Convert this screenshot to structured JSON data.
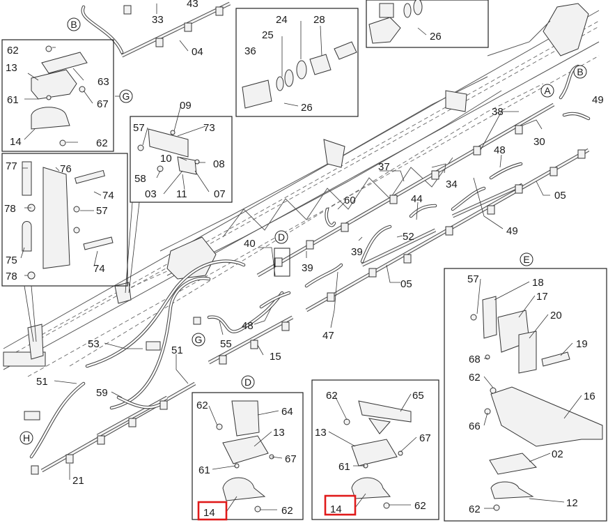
{
  "labels": {
    "n33": "33",
    "n43": "43",
    "n04": "04",
    "n62a": "62",
    "n13a": "13",
    "n63": "63",
    "n61a": "61",
    "n67a": "67",
    "n14a": "14",
    "n62b": "62",
    "n24": "24",
    "n25": "25",
    "n28": "28",
    "n36": "36",
    "n26a": "26",
    "n26b": "26",
    "n09": "09",
    "n57a": "57",
    "n73": "73",
    "n10": "10",
    "n08": "08",
    "n58": "58",
    "n03": "03",
    "n11": "11",
    "n07": "07",
    "n77": "77",
    "n76": "76",
    "n74a": "74",
    "n78a": "78",
    "n57b": "57",
    "n75": "75",
    "n74b": "74",
    "n78b": "78",
    "n49a": "49",
    "n38": "38",
    "n30": "30",
    "n48a": "48",
    "n37": "37",
    "n34": "34",
    "n05a": "05",
    "n49b": "49",
    "n60": "60",
    "n44": "44",
    "n40": "40",
    "n52": "52",
    "n39a": "39",
    "n39b": "39",
    "n05b": "05",
    "n48b": "48",
    "n47": "47",
    "n53": "53",
    "n55": "55",
    "n51a": "51",
    "n15": "15",
    "n51b": "51",
    "n59": "59",
    "n21": "21",
    "n62c": "62",
    "n64": "64",
    "n13b": "13",
    "n67b": "67",
    "n61b": "61",
    "n14b": "14",
    "n62d": "62",
    "n62e": "62",
    "n65": "65",
    "n13c": "13",
    "n67c": "67",
    "n61c": "61",
    "n14c": "14",
    "n62f": "62",
    "n57c": "57",
    "n18": "18",
    "n17": "17",
    "n20": "20",
    "n19": "19",
    "n68": "68",
    "n62g": "62",
    "n16": "16",
    "n66": "66",
    "n02": "02",
    "n62h": "62",
    "n12": "12"
  },
  "callouts": {
    "a": "A",
    "b1": "B",
    "b2": "B",
    "d1": "D",
    "d2": "D",
    "e": "E",
    "g1": "G",
    "g2": "G",
    "h": "H"
  },
  "highlight": {
    "color": "#e01a1a",
    "targets": [
      "14",
      "14"
    ]
  }
}
